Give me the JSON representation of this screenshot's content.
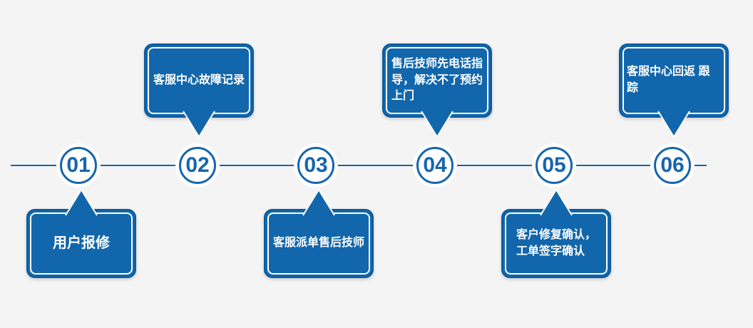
{
  "colors": {
    "page_bg": "#f4f4f5",
    "accent": "#1565ad",
    "bubble_fill": "#1266ab",
    "bubble_border": "#0b5a9d",
    "bubble_text": "#ffffff"
  },
  "timeline": {
    "steps": [
      {
        "number": "01",
        "label": "用户报修",
        "bubble_position": "below"
      },
      {
        "number": "02",
        "label": "客服中心故障记录",
        "bubble_position": "above"
      },
      {
        "number": "03",
        "label": "客服派单售后技师",
        "bubble_position": "below"
      },
      {
        "number": "04",
        "label": "售后技师先电话指\n导，解决不了预约\n上门",
        "bubble_position": "above"
      },
      {
        "number": "05",
        "label": "客户修复确认，\n工单签字确认",
        "bubble_position": "below"
      },
      {
        "number": "06",
        "label": "客服中心回返 跟踪",
        "bubble_position": "above"
      }
    ]
  }
}
